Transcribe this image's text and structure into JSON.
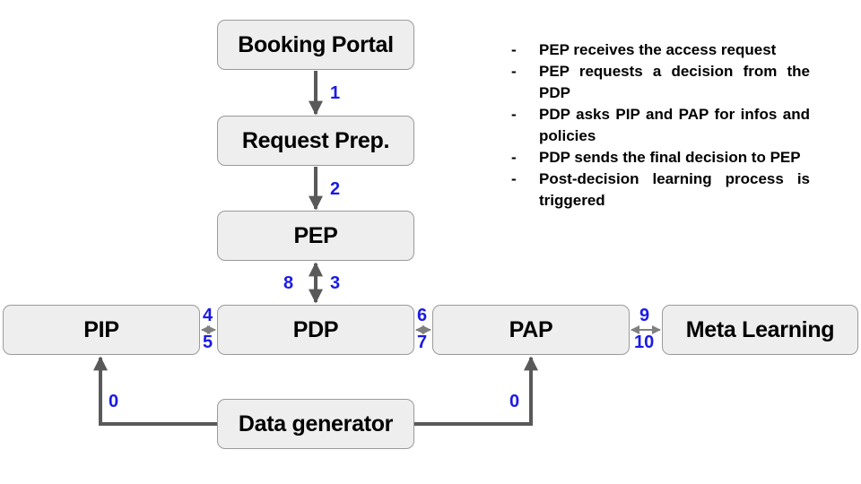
{
  "nodes": {
    "booking_portal": "Booking Portal",
    "request_prep": "Request Prep.",
    "pep": "PEP",
    "pip": "PIP",
    "pdp": "PDP",
    "pap": "PAP",
    "meta_learning": "Meta Learning",
    "data_generator": "Data generator"
  },
  "edge_labels": {
    "e1": "1",
    "e2": "2",
    "e8": "8",
    "e3": "3",
    "e4": "4",
    "e5": "5",
    "e6": "6",
    "e7": "7",
    "e9": "9",
    "e10": "10",
    "e0_left": "0",
    "e0_right": "0"
  },
  "steps": {
    "bullet": "-",
    "items": [
      "PEP receives the access request",
      "PEP requests a decision from the PDP",
      "PDP asks PIP and PAP for infos and policies",
      "PDP sends the final decision to PEP",
      "Post-decision learning process is triggered"
    ]
  },
  "colors": {
    "node_fill": "#eeeeee",
    "node_border": "#9a9a9a",
    "arrow": "#595959",
    "edge_label": "#1a1ae6"
  }
}
